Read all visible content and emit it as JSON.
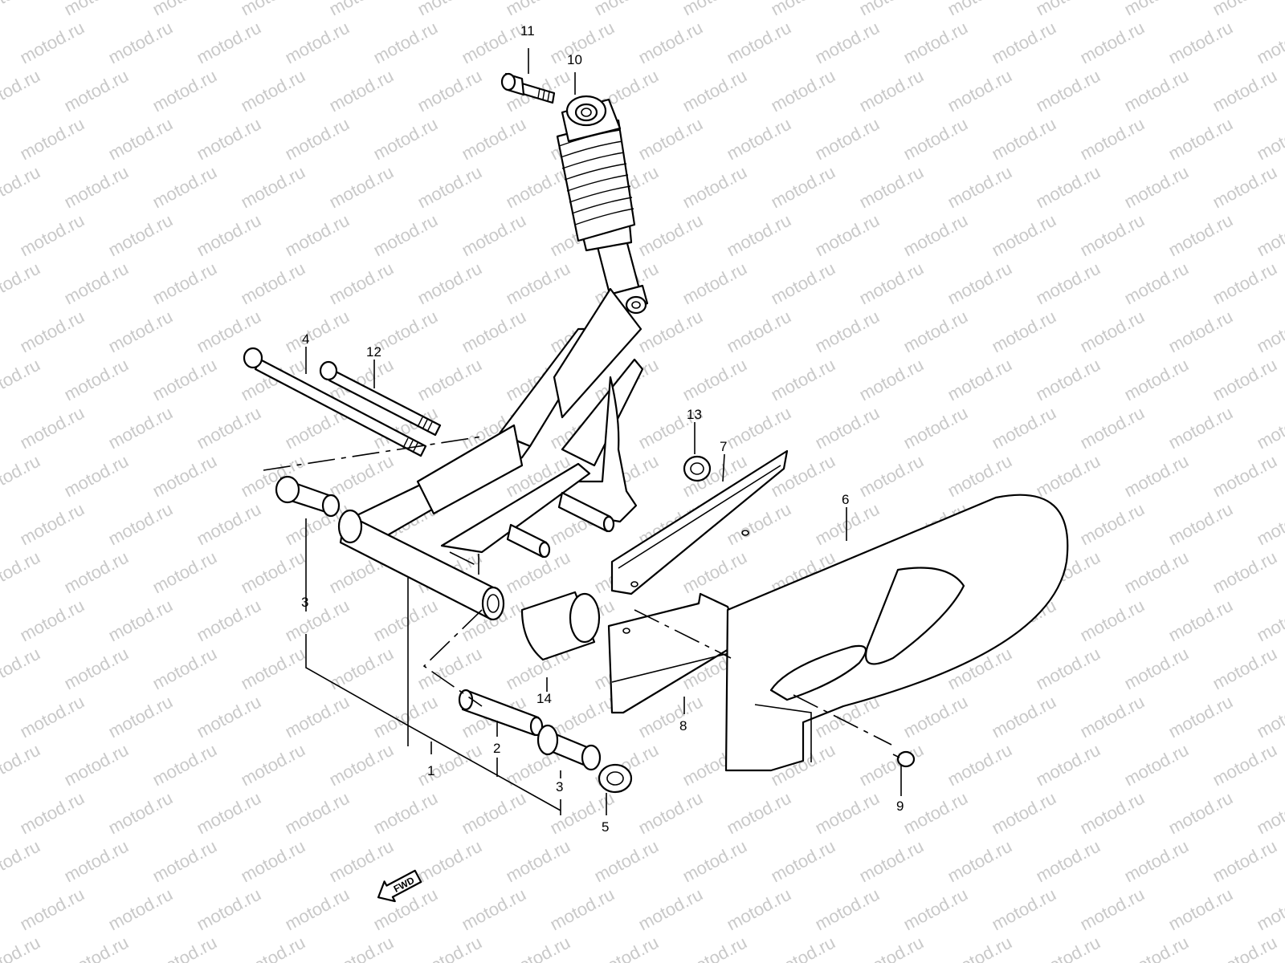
{
  "diagram": {
    "watermark_text": "motod.ru",
    "fwd_label": "FWD",
    "callouts": {
      "part1": "1",
      "part2": "2",
      "part3a": "3",
      "part3b": "3",
      "part4": "4",
      "part5": "5",
      "part6": "6",
      "part7": "7",
      "part8": "8",
      "part9": "9",
      "part10": "10",
      "part11": "11",
      "part12": "12",
      "part13": "13",
      "part14": "14"
    },
    "colors": {
      "line": "#000000",
      "watermark": "#c9c9c9",
      "background": "#ffffff"
    }
  }
}
